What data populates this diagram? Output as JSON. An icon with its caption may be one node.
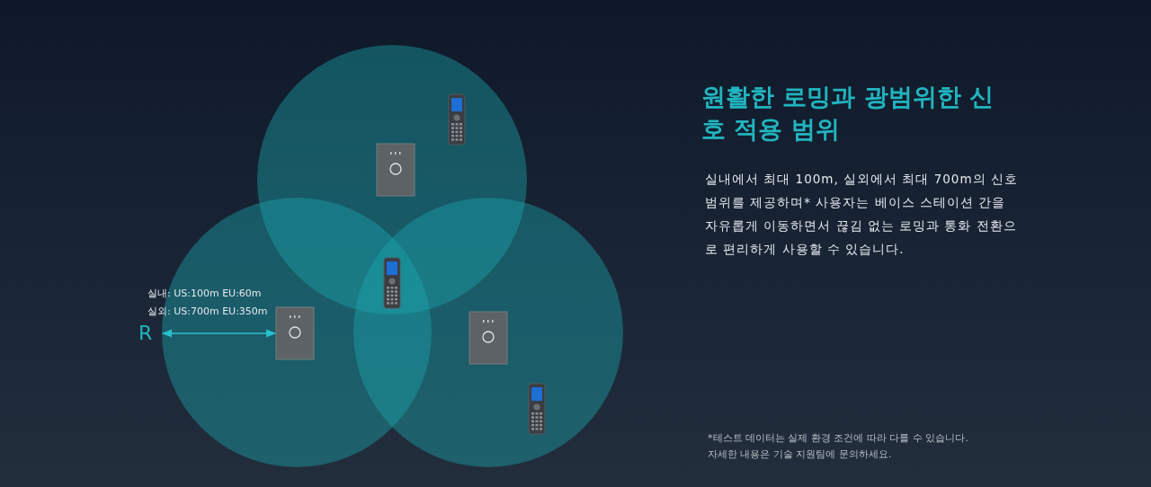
{
  "diagram": {
    "title": "원활한 로밍과 광범위한 신호 적용 범위",
    "labels": [
      "실내: US:100m EU:60m",
      "실외: US:700m EU:350m",
      "R",
      "실내에서 최대 100m, 실외에서 최대 700m의 신호 범위를 제공하며* 사용자는 베이스 스테이션 간을 자유롭게 이동하면서 끊김 없는 로밍과 통화 전환으로 편리하게 사용할 수 있습니다.",
      "*테스트 데이터는 실제 환경 조건에 따라 다를 수 있습니다.",
      "자세한 내용은 기술 지원팀에 문의하세요."
    ]
  }
}
